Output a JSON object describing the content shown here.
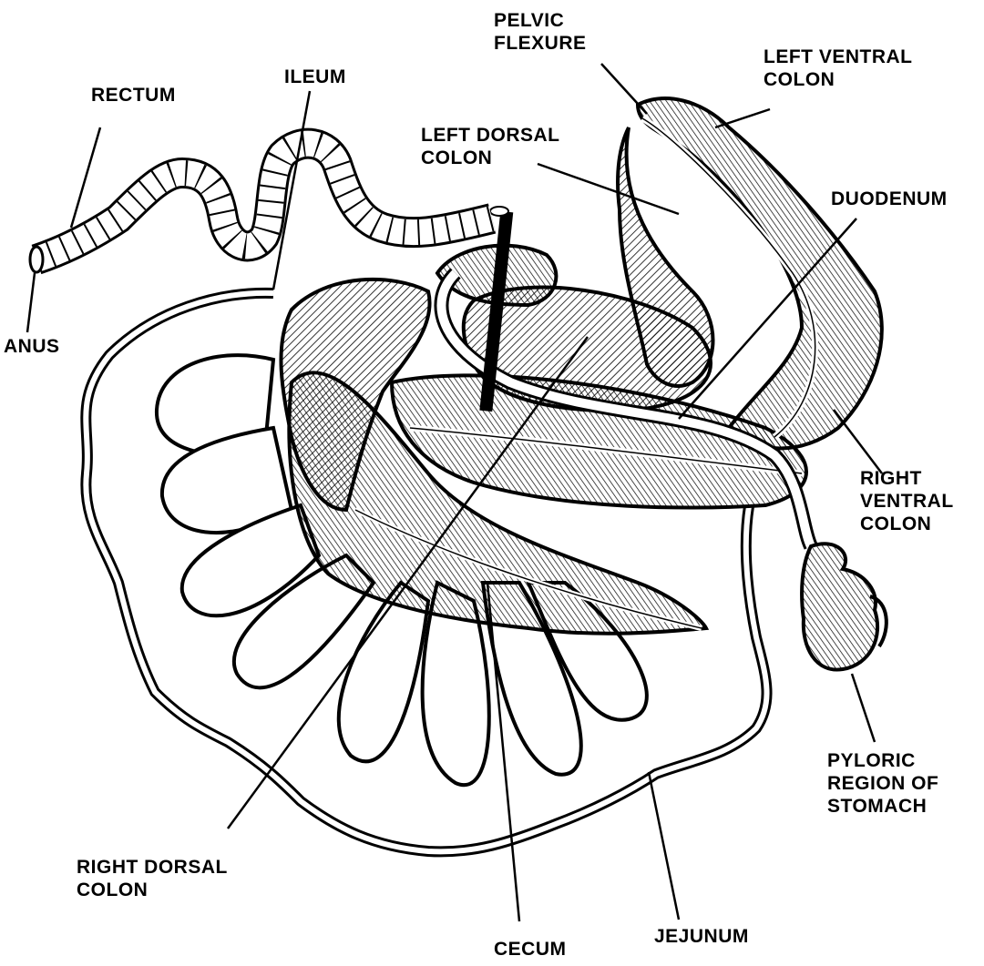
{
  "diagram": {
    "labels": {
      "rectum": "RECTUM",
      "anus": "ANUS",
      "ileum": "ILEUM",
      "pelvic_flexure": [
        "PELVIC",
        "FLEXURE"
      ],
      "left_ventral_colon": [
        "LEFT VENTRAL",
        "COLON"
      ],
      "left_dorsal_colon": [
        "LEFT DORSAL",
        "COLON"
      ],
      "duodenum": "DUODENUM",
      "right_ventral_colon": [
        "RIGHT",
        "VENTRAL",
        "COLON"
      ],
      "pyloric_region": [
        "PYLORIC",
        "REGION OF",
        "STOMACH"
      ],
      "right_dorsal_colon": [
        "RIGHT DORSAL",
        "COLON"
      ],
      "cecum": "CECUM",
      "jejunum": "JEJUNUM"
    },
    "colors": {
      "ink": "#000000",
      "background": "#ffffff",
      "shade": "#555555"
    }
  }
}
